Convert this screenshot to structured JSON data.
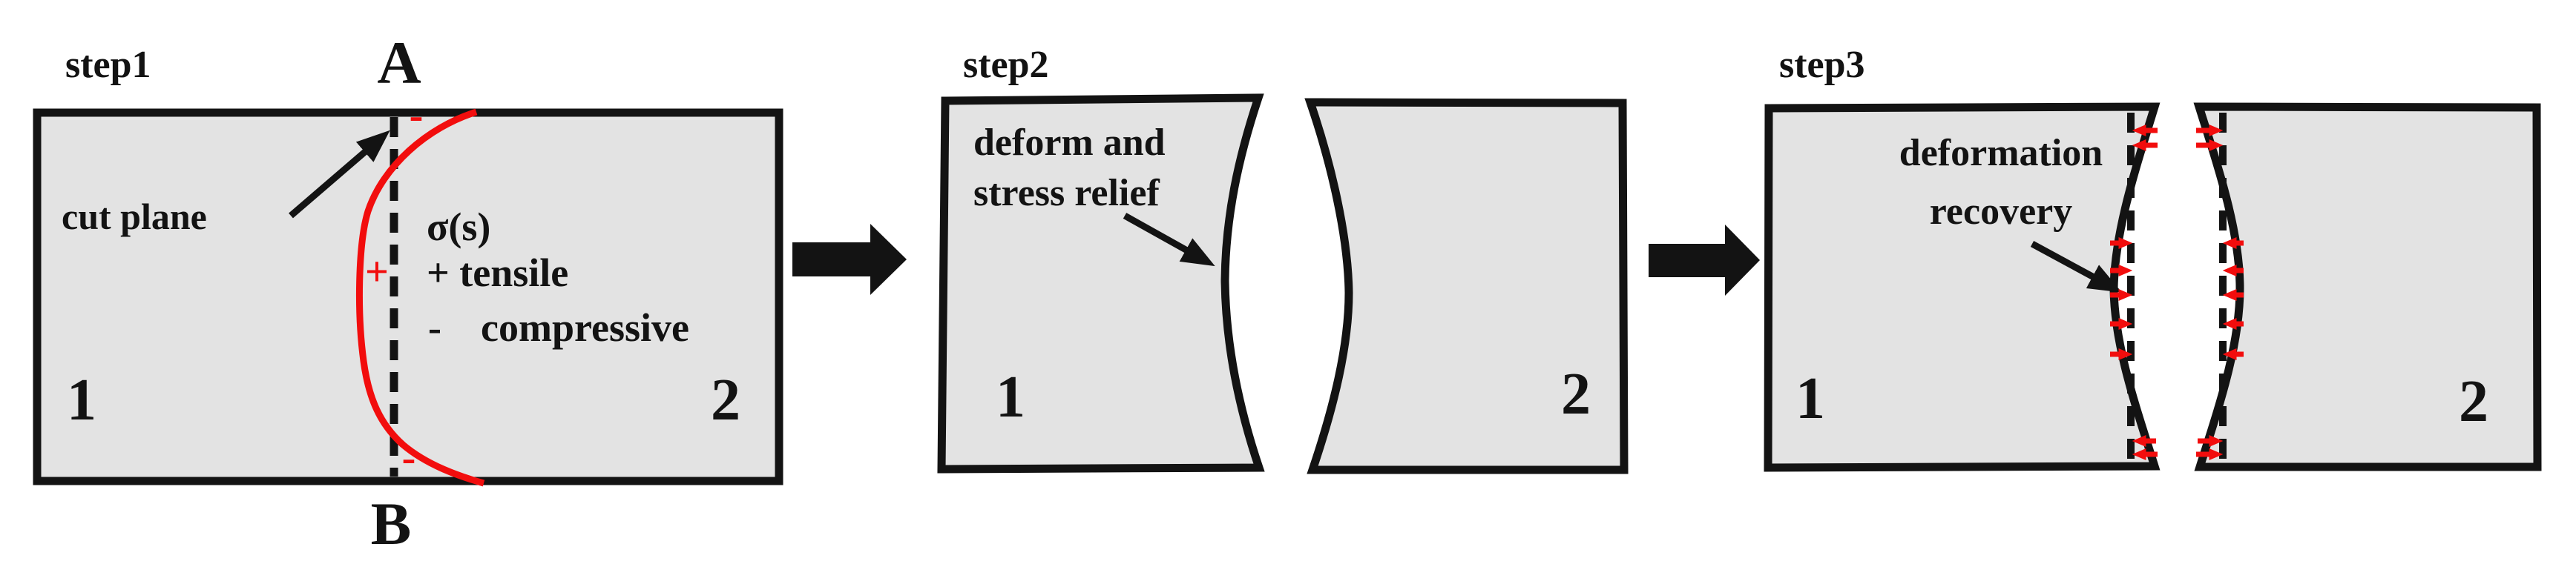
{
  "colors": {
    "bg": "#ffffff",
    "piece_fill": "#e3e3e3",
    "line": "#131313",
    "red": "#f20d0d"
  },
  "steps": {
    "step1": {
      "label": "step1",
      "top_point": "A",
      "bottom_point": "B",
      "cut_plane": "cut plane",
      "sigma": "σ(s)",
      "tensile": "+ tensile",
      "minus_sign": "-",
      "compressive_word": "compressive",
      "plus_sign": "+",
      "minus_top": "-",
      "minus_bottom": "-",
      "piece1": "1",
      "piece2": "2"
    },
    "step2": {
      "label": "step2",
      "note_line1": "deform and",
      "note_line2": "stress relief",
      "piece1": "1",
      "piece2": "2"
    },
    "step3": {
      "label": "step3",
      "note_line1": "deformation",
      "note_line2": "recovery",
      "piece1": "1",
      "piece2": "2"
    }
  }
}
